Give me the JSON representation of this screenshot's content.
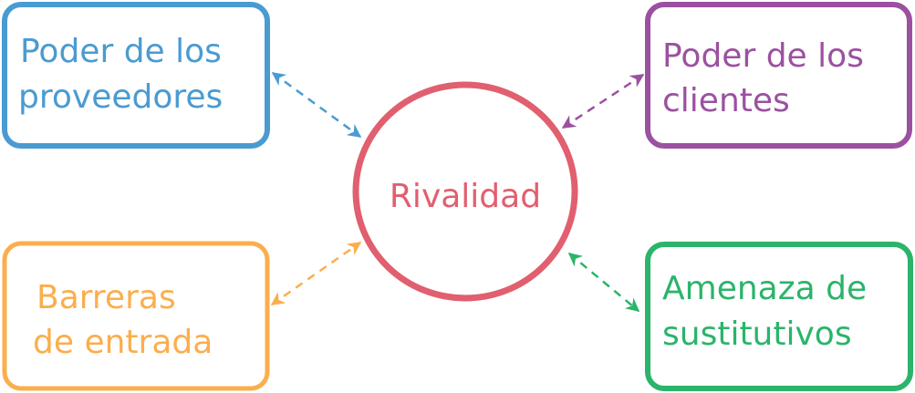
{
  "colors": {
    "suppliers": "#4a9bd1",
    "customers": "#9b51a0",
    "barriers": "#fbae4d",
    "substitutes": "#2bb46a",
    "rivalry": "#e15f6f"
  },
  "center": {
    "label": "Rivalidad"
  },
  "nodes": {
    "suppliers": {
      "line1": "Poder de los",
      "line2": "proveedores"
    },
    "customers": {
      "line1": "Poder de los",
      "line2": "clientes"
    },
    "barriers": {
      "line1": "Barreras",
      "line2": "de entrada"
    },
    "substitutes": {
      "line1": "Amenaza de",
      "line2": "sustitutivos"
    }
  }
}
